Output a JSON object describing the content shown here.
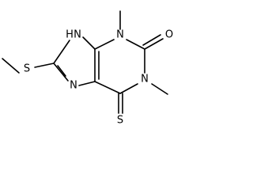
{
  "molecule": {
    "atoms": {
      "n9h": "H",
      "n9": "N",
      "n7": "N",
      "n3": "N",
      "n1": "N",
      "s_methylthio": "S",
      "s_thione": "S",
      "o_carbonyl": "O"
    }
  }
}
